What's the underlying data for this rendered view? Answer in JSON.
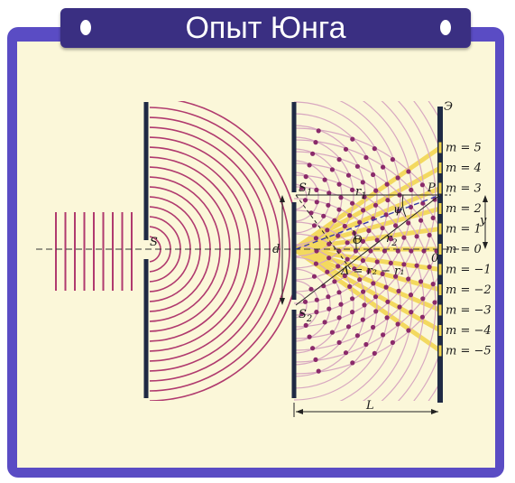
{
  "title": "Опыт Юнга",
  "diagram": {
    "screen_label": "Э",
    "source_label": "S",
    "slit1_label": "S",
    "slit1_sub": "1",
    "slit2_label": "S",
    "slit2_sub": "2",
    "d_label": "d",
    "L_label": "L",
    "P_label": "P",
    "O_label": "0",
    "y_label": "y",
    "theta_label": "Θ",
    "psi_label": "ψ",
    "r1_label": "r",
    "r1_sub": "1",
    "r2_label": "r",
    "r2_sub": "2",
    "delta_label": "Δ = r₂ − r₁",
    "orders": [
      "m = 5",
      "m = 4",
      "m = 3",
      "m = 2",
      "m = 1",
      "m = 0",
      "m = −1",
      "m = −2",
      "m = −3",
      "m = −4",
      "m = −5"
    ]
  },
  "colors": {
    "frame": "#5a4cc4",
    "banner": "#3a2f82",
    "panel": "#fbf7d9",
    "wave": "#b03a6e",
    "bright": "#f2d44a",
    "dot": "#8a2a6a"
  }
}
